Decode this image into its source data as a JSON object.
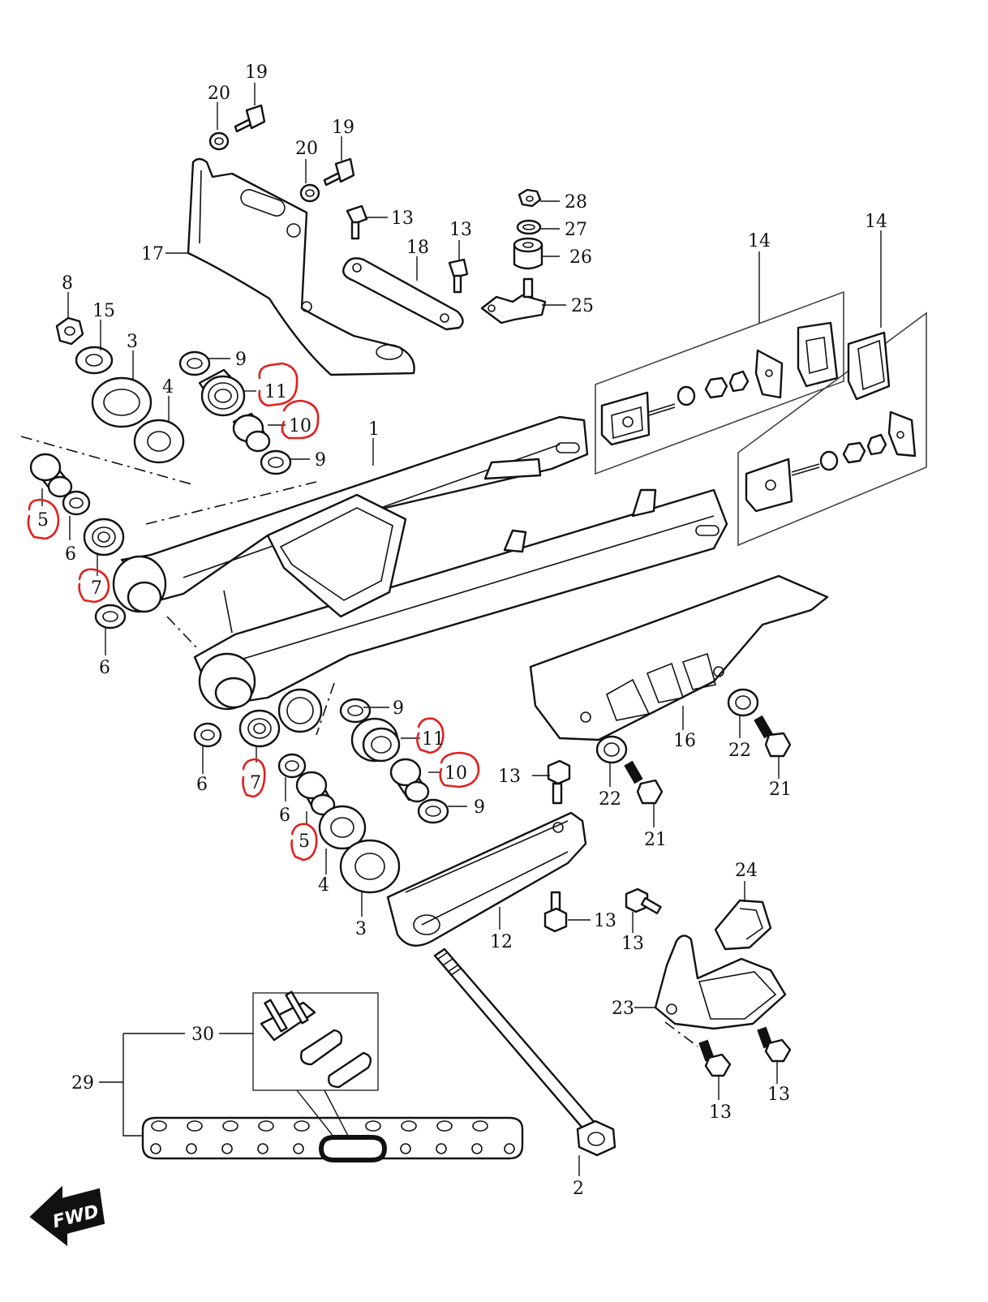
{
  "diagram": {
    "direction_label": "FWD",
    "callouts": [
      {
        "id": "c19a",
        "text": "19"
      },
      {
        "id": "c20a",
        "text": "20"
      },
      {
        "id": "c19b",
        "text": "19"
      },
      {
        "id": "c20b",
        "text": "20"
      },
      {
        "id": "c13a",
        "text": "13"
      },
      {
        "id": "c13b",
        "text": "13"
      },
      {
        "id": "c18",
        "text": "18"
      },
      {
        "id": "c28",
        "text": "28"
      },
      {
        "id": "c27",
        "text": "27"
      },
      {
        "id": "c26",
        "text": "26"
      },
      {
        "id": "c25",
        "text": "25"
      },
      {
        "id": "c17",
        "text": "17"
      },
      {
        "id": "c14a",
        "text": "14"
      },
      {
        "id": "c14b",
        "text": "14"
      },
      {
        "id": "c8",
        "text": "8"
      },
      {
        "id": "c15",
        "text": "15"
      },
      {
        "id": "c3a",
        "text": "3"
      },
      {
        "id": "c4a",
        "text": "4"
      },
      {
        "id": "c9a",
        "text": "9"
      },
      {
        "id": "c11a",
        "text": "11"
      },
      {
        "id": "c10a",
        "text": "10"
      },
      {
        "id": "c9b",
        "text": "9"
      },
      {
        "id": "c1",
        "text": "1"
      },
      {
        "id": "c5a",
        "text": "5"
      },
      {
        "id": "c6a",
        "text": "6"
      },
      {
        "id": "c7a",
        "text": "7"
      },
      {
        "id": "c6b",
        "text": "6"
      },
      {
        "id": "c9c",
        "text": "9"
      },
      {
        "id": "c11b",
        "text": "11"
      },
      {
        "id": "c10b",
        "text": "10"
      },
      {
        "id": "c6c",
        "text": "6"
      },
      {
        "id": "c7b",
        "text": "7"
      },
      {
        "id": "c6d",
        "text": "6"
      },
      {
        "id": "c9d",
        "text": "9"
      },
      {
        "id": "c5b",
        "text": "5"
      },
      {
        "id": "c4b",
        "text": "4"
      },
      {
        "id": "c3b",
        "text": "3"
      },
      {
        "id": "c16",
        "text": "16"
      },
      {
        "id": "c22a",
        "text": "22"
      },
      {
        "id": "c21a",
        "text": "21"
      },
      {
        "id": "c22b",
        "text": "22"
      },
      {
        "id": "c21b",
        "text": "21"
      },
      {
        "id": "c13c",
        "text": "13"
      },
      {
        "id": "c12",
        "text": "12"
      },
      {
        "id": "c13d",
        "text": "13"
      },
      {
        "id": "c24",
        "text": "24"
      },
      {
        "id": "c13e",
        "text": "13"
      },
      {
        "id": "c23",
        "text": "23"
      },
      {
        "id": "c13f",
        "text": "13"
      },
      {
        "id": "c13g",
        "text": "13"
      },
      {
        "id": "c30",
        "text": "30"
      },
      {
        "id": "c29",
        "text": "29"
      },
      {
        "id": "c2",
        "text": "2"
      }
    ],
    "highlight_color": "#e0201c",
    "highlighted_parts": [
      "5",
      "7",
      "10",
      "11"
    ]
  }
}
